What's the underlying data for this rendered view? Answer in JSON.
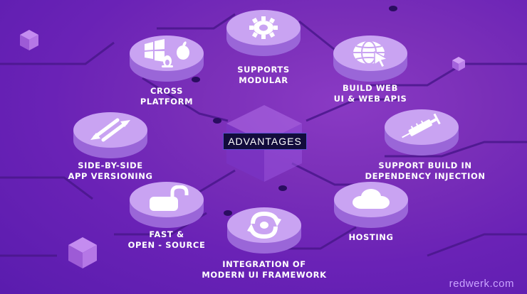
{
  "center": {
    "label": "ADVANTAGES"
  },
  "features": [
    {
      "lines": [
        "SUPPORTS",
        "MODULAR"
      ],
      "icon": "gear-icon"
    },
    {
      "lines": [
        "CROSS",
        "PLATFORM"
      ],
      "icon": "os-logos-icon"
    },
    {
      "lines": [
        "BUILD WEB",
        "UI & WEB APIS"
      ],
      "icon": "globe-cursor-icon"
    },
    {
      "lines": [
        "SIDE-BY-SIDE",
        "APP VERSIONING"
      ],
      "icon": "swap-arrows-icon"
    },
    {
      "lines": [
        "SUPPORT BUILD IN",
        "DEPENDENCY INJECTION"
      ],
      "icon": "syringe-icon"
    },
    {
      "lines": [
        "FAST &",
        "OPEN - SOURCE"
      ],
      "icon": "open-lock-icon"
    },
    {
      "lines": [
        "HOSTING"
      ],
      "icon": "cloud-icon"
    },
    {
      "lines": [
        "INTEGRATION OF",
        "MODERN UI FRAMEWORK"
      ],
      "icon": "refresh-gear-icon"
    }
  ],
  "brand": "redwerk.com",
  "colors": {
    "background": "#6a22b6",
    "disc_top": "#c9a3f2",
    "disc_side": "#9a66d8",
    "badge": "#120c3c",
    "brand_text": "#c9a3ff"
  }
}
